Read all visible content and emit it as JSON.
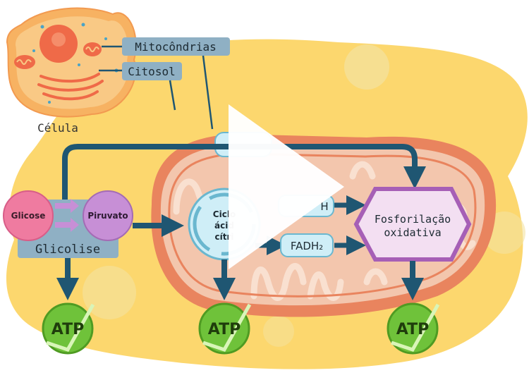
{
  "labels": {
    "mitocondrias": "Mitocôndrias",
    "citosol": "Citosol",
    "celula": "Célula",
    "glicose": "Glicose",
    "piruvato": "Piruvato",
    "glicolise": "Glicolise",
    "ciclo_line1": "Ciclo",
    "ciclo_line2": "ácid",
    "ciclo_line3": "cítri",
    "nadh_partial": "H",
    "fadh": "FADH₂",
    "fosforilacao_line1": "Fosforilação",
    "fosforilacao_line2": "oxidativa",
    "atp": "ATP"
  },
  "colors": {
    "cytosol": "#fcd76e",
    "cell_membrane": "#f7b262",
    "mito_outer": "#e9845e",
    "mito_inner": "#f3c6ad",
    "arrow": "#1f5672",
    "label_box": "#8fb0c4",
    "glucose": "#ef7ba0",
    "pyruvate": "#c78fd6",
    "atp_green": "#6fc23a",
    "hexagon": "#a65fb6",
    "carrier": "#cfeef7"
  },
  "icons": {
    "play": "play-icon"
  }
}
